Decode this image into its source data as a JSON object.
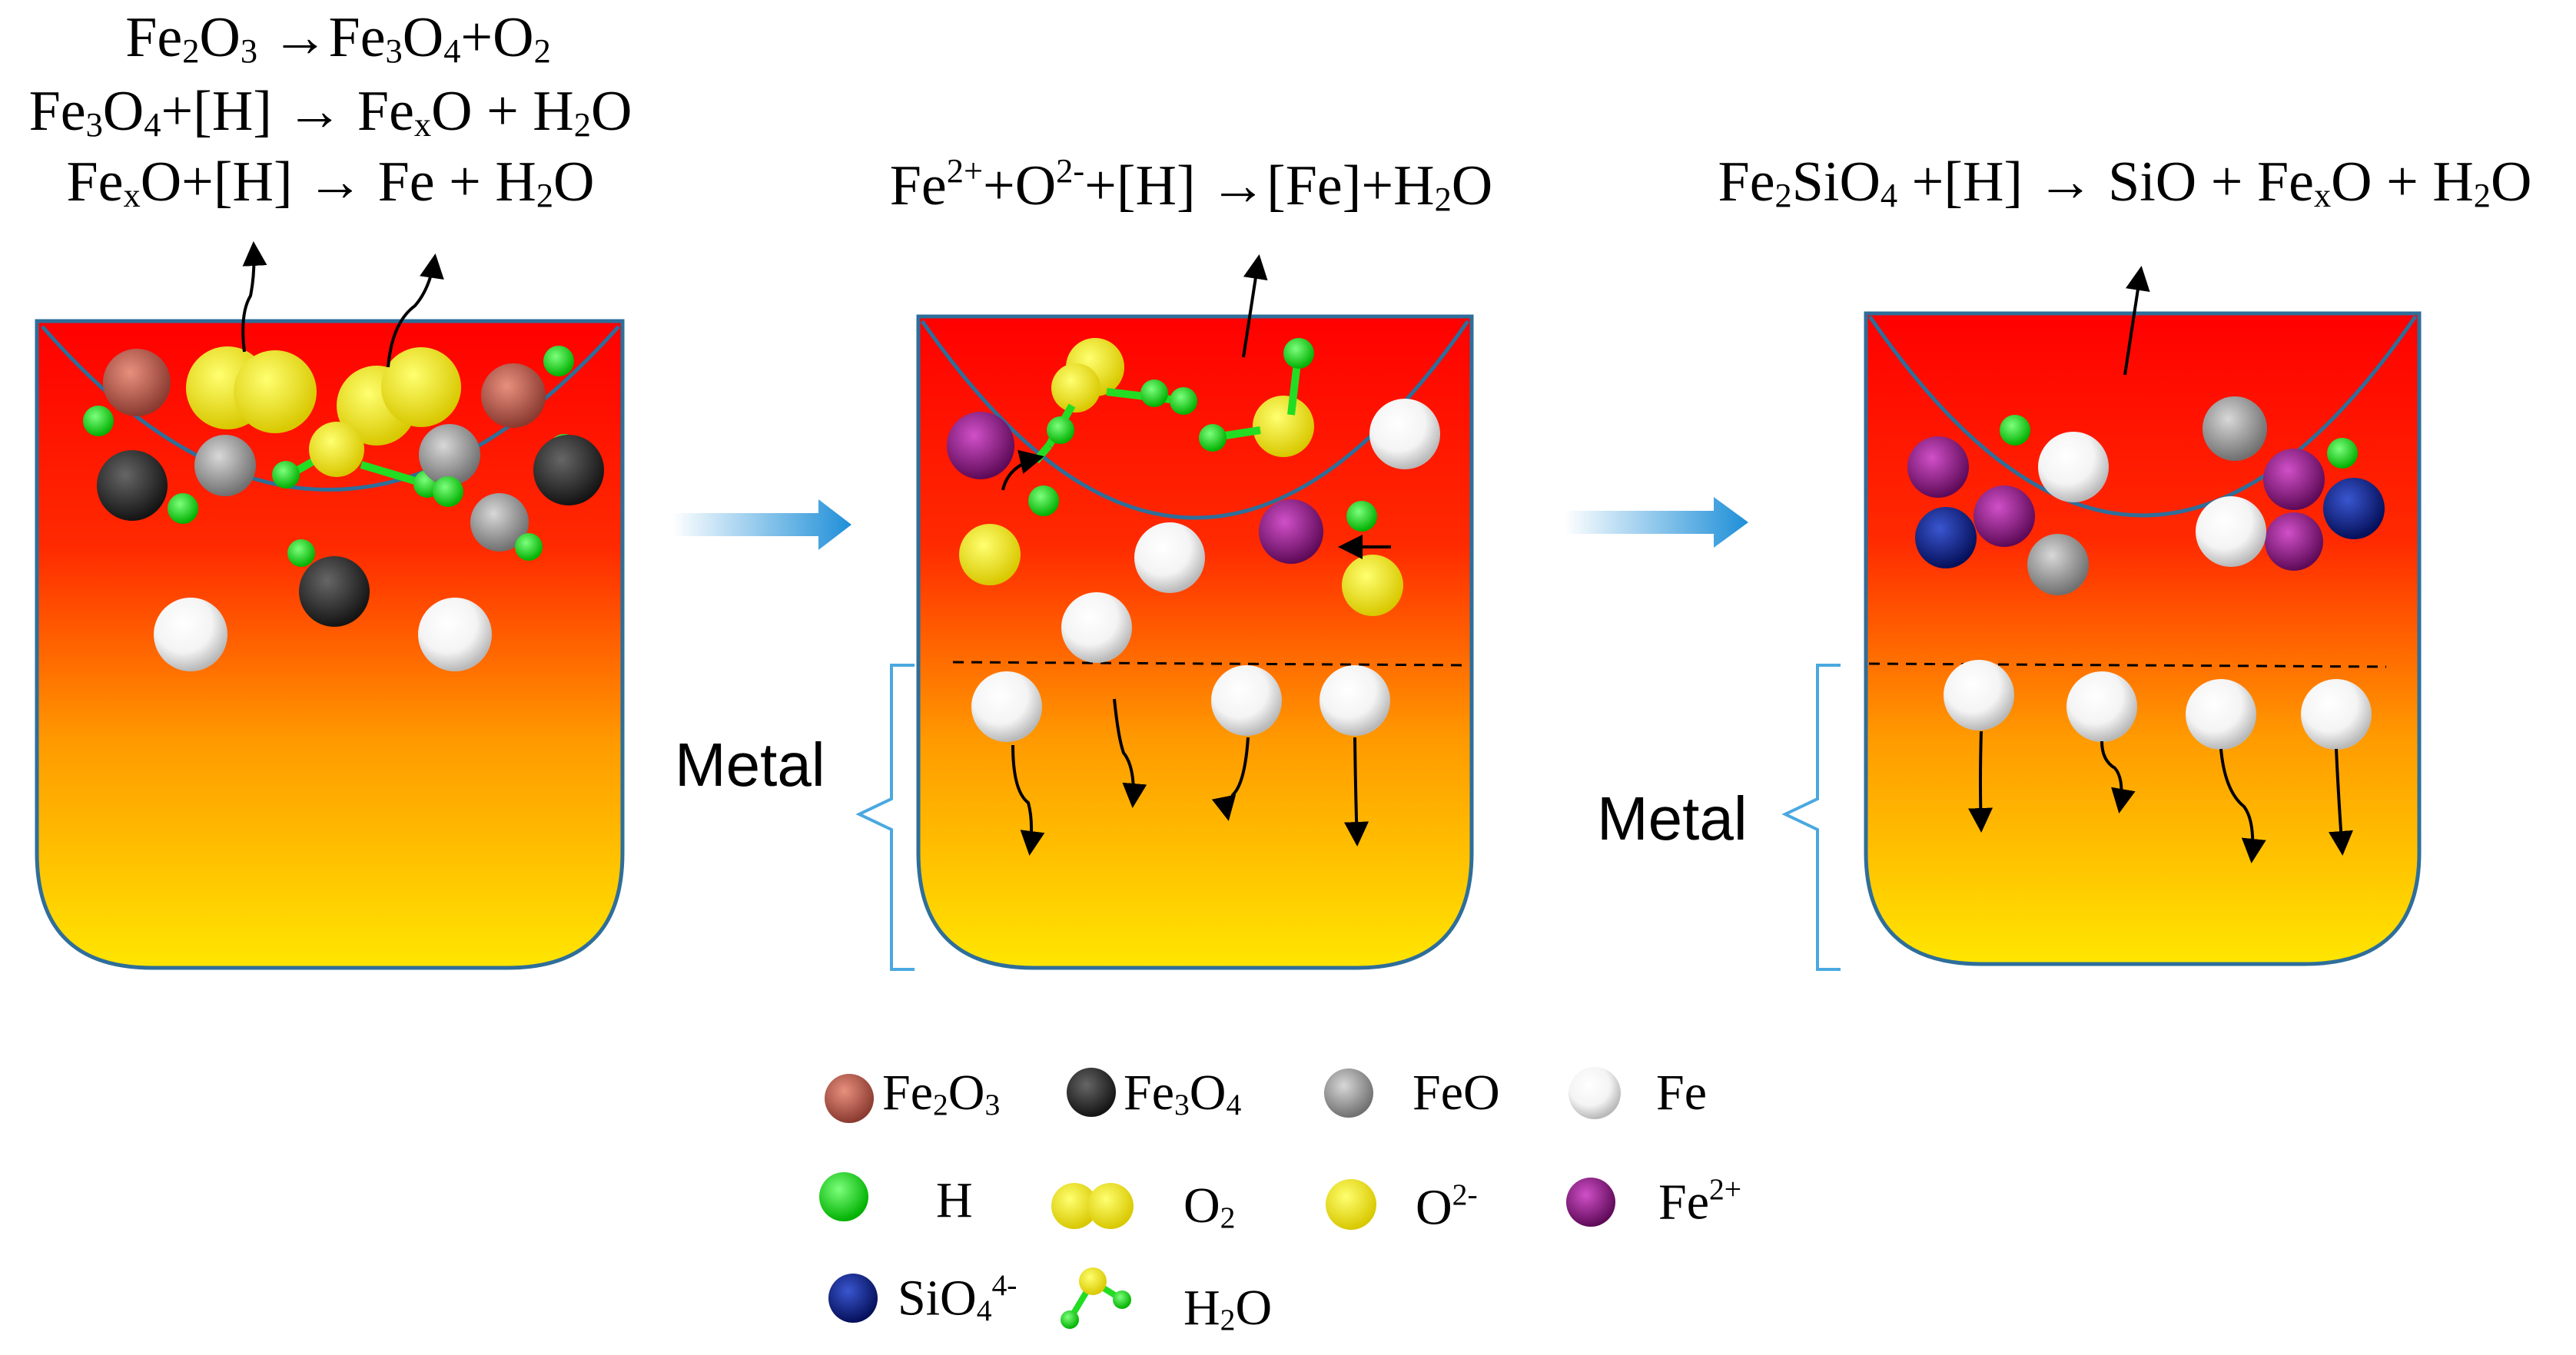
{
  "equations": {
    "stage1_line1": "Fe<sub>2</sub>O<sub>3</sub> →Fe<sub>3</sub>O<sub>4</sub>+O<sub>2</sub>",
    "stage1_line2": "Fe<sub>3</sub>O<sub>4</sub>+[H] → Fe<sub>x</sub>O + H<sub>2</sub>O",
    "stage1_line3": "Fe<sub>x</sub>O+[H] → Fe + H<sub>2</sub>O",
    "stage2": "Fe<sup>2+</sup>+O<sup>2-</sup>+[H] →[Fe]+H<sub>2</sub>O",
    "stage3": "Fe<sub>2</sub>SiO<sub>4</sub> +[H] → SiO + Fe<sub>x</sub>O + H<sub>2</sub>O"
  },
  "labels": {
    "metal_stage2": "Metal",
    "metal_stage3": "Metal"
  },
  "legend": {
    "fe2o3": "Fe<sub>2</sub>O<sub>3</sub>",
    "fe3o4": "Fe<sub>3</sub>O<sub>4</sub>",
    "feo": "FeO",
    "fe": "Fe",
    "h": "H",
    "o2": "O<sub>2</sub>",
    "o2minus": "O<sup>2-</sup>",
    "fe2plus": "Fe<sup>2+</sup>",
    "sio4": "SiO<sub>4</sub><sup>4-</sup>",
    "h2o": "H<sub>2</sub>O"
  },
  "colors": {
    "fe2o3": "#b85a4e",
    "fe3o4": "#2a2a2a",
    "feo": "#9a9a9a",
    "fe": "#ffffff",
    "h": "#11dd22",
    "o2": "#f2ee00",
    "o2minus": "#f2ee00",
    "fe2plus": "#9a1490",
    "sio4": "#0a1a8a",
    "vessel_outline": "#2e6e9a",
    "melt_top": "#ff0000",
    "melt_bottom": "#ffe000",
    "process_arrow": "#1e8fd8"
  }
}
